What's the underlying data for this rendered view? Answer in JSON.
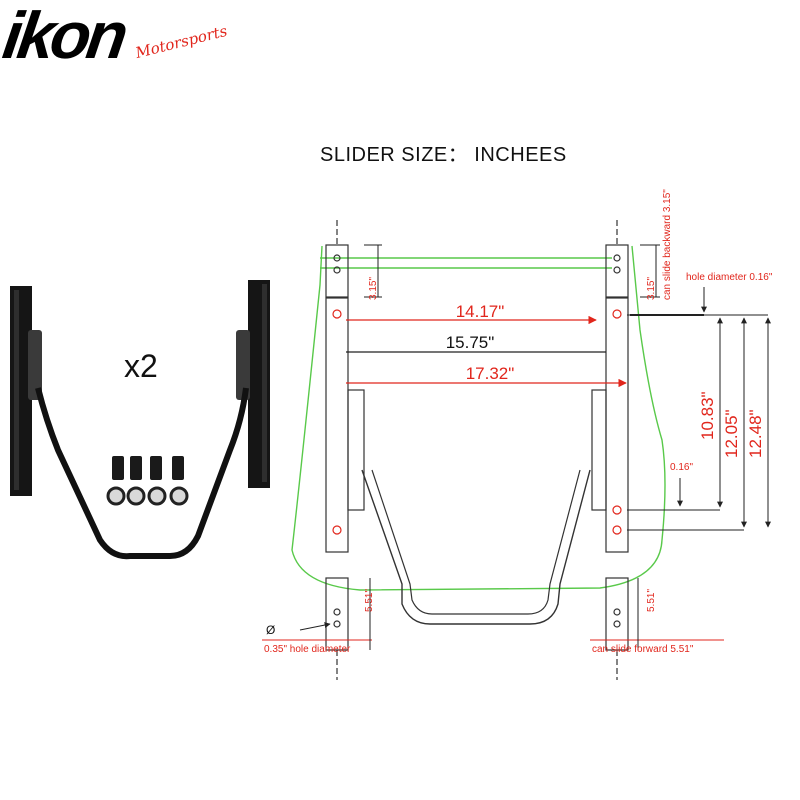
{
  "brand": {
    "name": "ikon",
    "tagline": "Motorsports"
  },
  "title": "SLIDER SIZE： INCHEES",
  "quantity_label": "x2",
  "colors": {
    "dimension_red": "#e1261c",
    "outline_green": "#59c94a",
    "line_dark": "#222222"
  },
  "dimensions": {
    "width_inner": "14.17\"",
    "width_mid": "15.75\"",
    "width_outer": "17.32\"",
    "height_1": "10.83\"",
    "height_2": "12.05\"",
    "height_3": "12.48\"",
    "slide_back_left": "3.15\"",
    "slide_back_right": "3.15\"",
    "slide_back_note": "can slide backward 3.15\"",
    "hole_diameter_top": "hole diameter 0.16\"",
    "hole_small": "0.16\"",
    "slide_fwd_left": "5.51\"",
    "slide_fwd_right": "5.51\"",
    "hole_diameter_bottom": "0.35\" hole diameter",
    "slide_fwd_note": "can slide forward 5.51\"",
    "diameter_symbol": "Ø"
  }
}
